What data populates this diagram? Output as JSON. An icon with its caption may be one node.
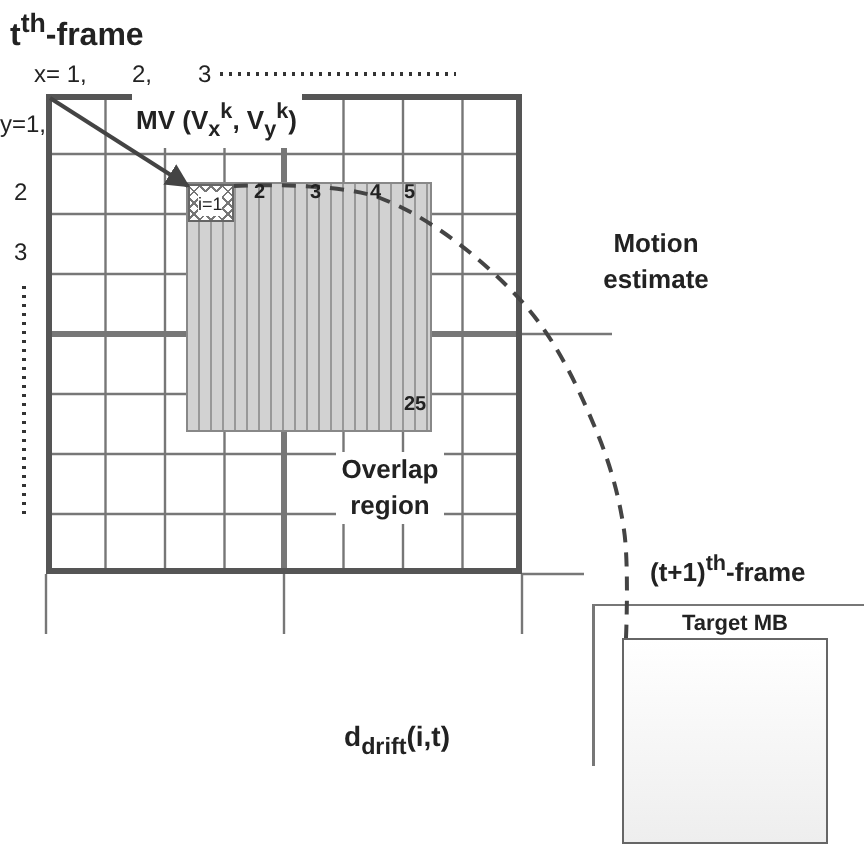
{
  "diagram": {
    "title": "t$^{th}$-frame",
    "nodes": [
      {
        "text": [],
        "shape": "box"
      },
      {
        "text": [],
        "shape": "box",
        "in": 0,
        "beside": [
          "Overlap region"
        ]
      },
      {
        "text": [
          "i=1"
        ],
        "in": 1
      },
      {
        "text": [
          "(t+1)$^{th}$-frame"
        ]
      },
      {
        "text": [
          "Target MB"
        ],
        "in": 3
      }
    ],
    "edges": [
      {
        "from": 0,
        "to": 2,
        "arrow": "to",
        "label": "MV (V$_{x}$$^{k}$, V$_{y}$$^{k}$)"
      },
      {
        "from": 2,
        "to": 4,
        "arrow": "none",
        "style": "dashed",
        "label": "Motion estimate"
      }
    ],
    "labels": [
      "x= 1,",
      "2,",
      "3",
      "y=1,",
      "2",
      "3",
      "2",
      "3",
      "4",
      "5",
      "25",
      "d$_{drift}$(i,t)"
    ]
  }
}
